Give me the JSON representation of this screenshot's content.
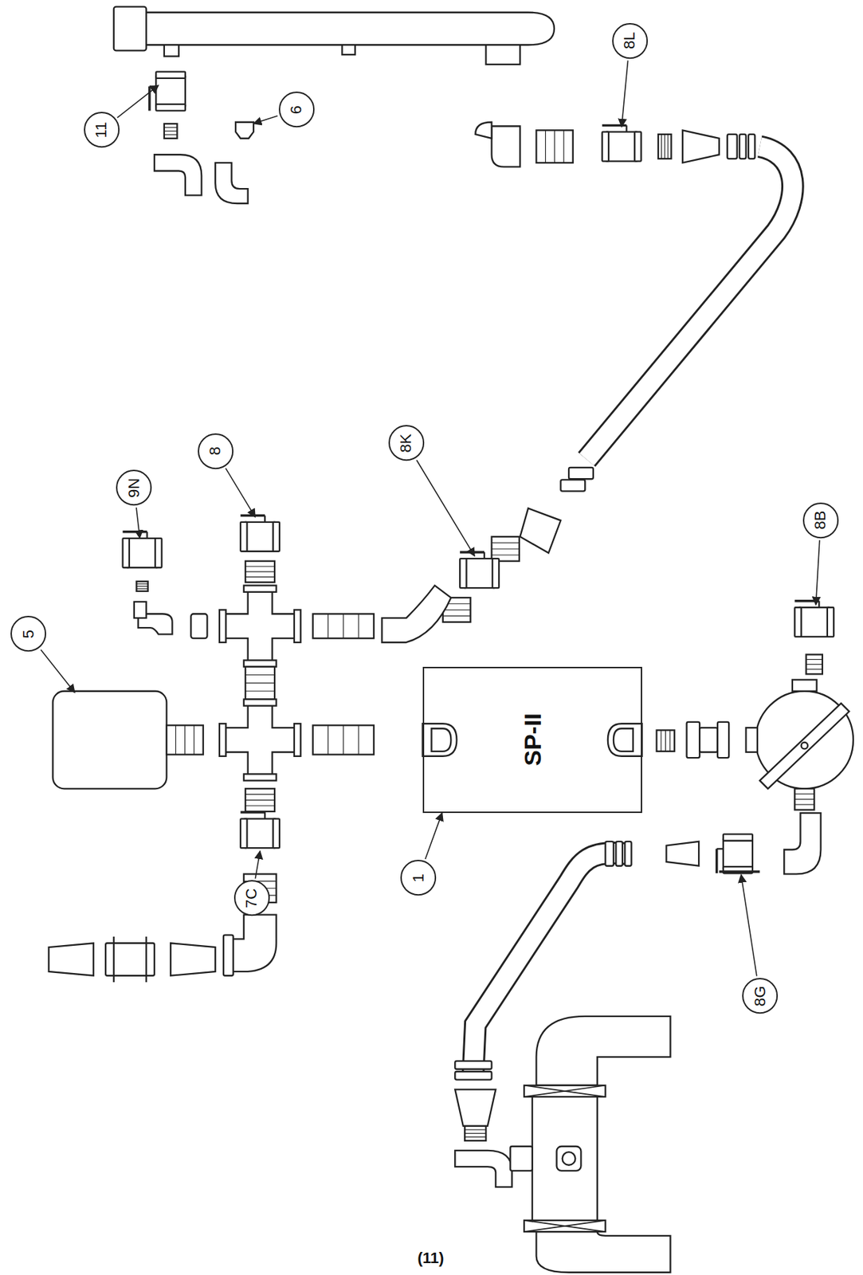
{
  "diagram": {
    "caption": "(11)",
    "nodes": [
      {
        "text": [
          "11"
        ]
      },
      {
        "text": [
          "6"
        ]
      },
      {
        "text": [
          "8L"
        ]
      },
      {
        "text": [
          "9N"
        ]
      },
      {
        "text": [
          "8"
        ]
      },
      {
        "text": [
          "8K"
        ]
      },
      {
        "text": [
          "5"
        ]
      },
      {
        "text": [
          "SP-II"
        ]
      },
      {
        "text": [
          "1"
        ]
      },
      {
        "text": [
          "7C"
        ]
      },
      {
        "text": [
          "8B"
        ]
      },
      {
        "text": [
          "8G"
        ]
      }
    ],
    "edges": [
      {
        "from": 8,
        "to": 7,
        "arrow": "to"
      }
    ]
  }
}
